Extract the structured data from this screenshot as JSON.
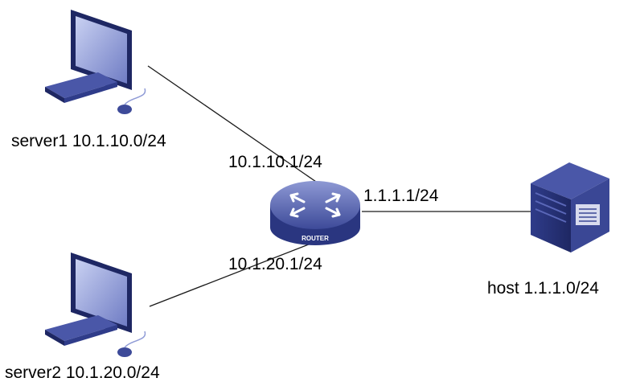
{
  "nodes": {
    "server1": {
      "label": "server1 10.1.10.0/24",
      "icon": "desktop-pc-icon"
    },
    "server2": {
      "label": "server2 10.1.20.0/24",
      "icon": "desktop-pc-icon"
    },
    "router": {
      "badge": "ROUTER",
      "icon": "router-icon"
    },
    "host": {
      "label": "host 1.1.1.0/24",
      "icon": "server-tower-icon"
    }
  },
  "interfaces": {
    "to_server1": "10.1.10.1/24",
    "to_server2": "10.1.20.1/24",
    "to_host": "1.1.1.1/24"
  },
  "colors": {
    "device_dark": "#1e2763",
    "device_mid": "#2f3c8a",
    "device_light": "#8f9bd6",
    "link": "#1a1a1a"
  }
}
